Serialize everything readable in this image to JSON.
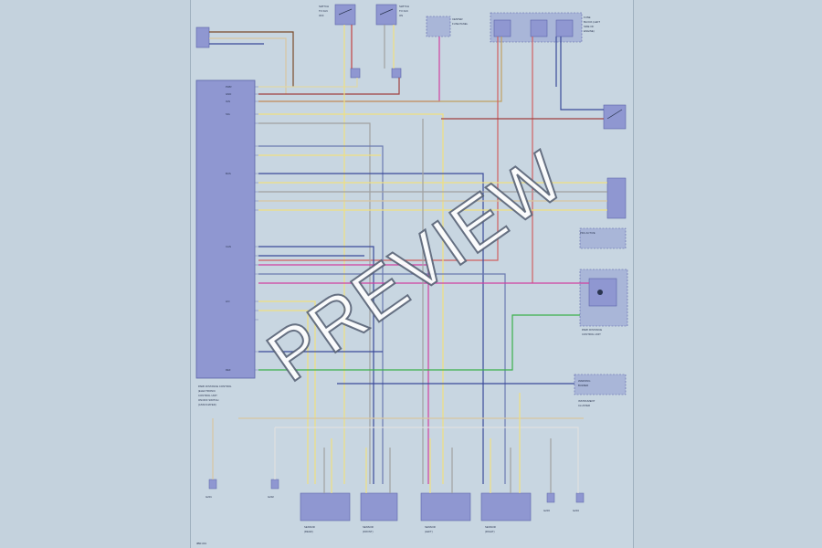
{
  "module": {
    "title_lines": [
      "PARK DISTANCE CONTROL",
      "(ELECTRONIC",
      "CONTROL UNIT",
      "ON/OFF SWITCH",
      "(ASSOCIATED)"
    ],
    "pins": [
      "PWR",
      "GND",
      "IGN",
      "SIG",
      "BUS",
      "CAN",
      "LIN",
      "REF"
    ]
  },
  "connectors": {
    "top_switch_left": [
      "SWITCH",
      "TO IGN",
      "OFF"
    ],
    "top_switch_right": [
      "SWITCH",
      "TO IGN",
      "ON"
    ],
    "fuse_box": [
      "CENTER",
      "FUSE PANEL"
    ],
    "relay_box": [
      "FUSE",
      "BLOCK (LEFT",
      "SIDE OF",
      "ENGINE)"
    ]
  },
  "sensors": [
    {
      "label": [
        "SENSOR",
        "(REAR)"
      ]
    },
    {
      "label": [
        "SENSOR",
        "(FRONT)"
      ]
    },
    {
      "label": [
        "SENSOR",
        "(LEFT)"
      ]
    },
    {
      "label": [
        "SENSOR",
        "(RIGHT)"
      ]
    }
  ],
  "bottom_grounds": [
    "G201",
    "G202",
    "G203",
    "G204"
  ],
  "right_blocks": {
    "upper": [
      "PDC ACTIVE"
    ],
    "middle": [
      "PARK DISTANCE",
      "CONTROL UNIT"
    ],
    "lower": [
      "WARNING",
      "BUZZER"
    ],
    "side_note": [
      "INSTRUMENT",
      "CLUSTER"
    ]
  },
  "footer_code": "3BR-001",
  "watermark": "PREVIEW"
}
